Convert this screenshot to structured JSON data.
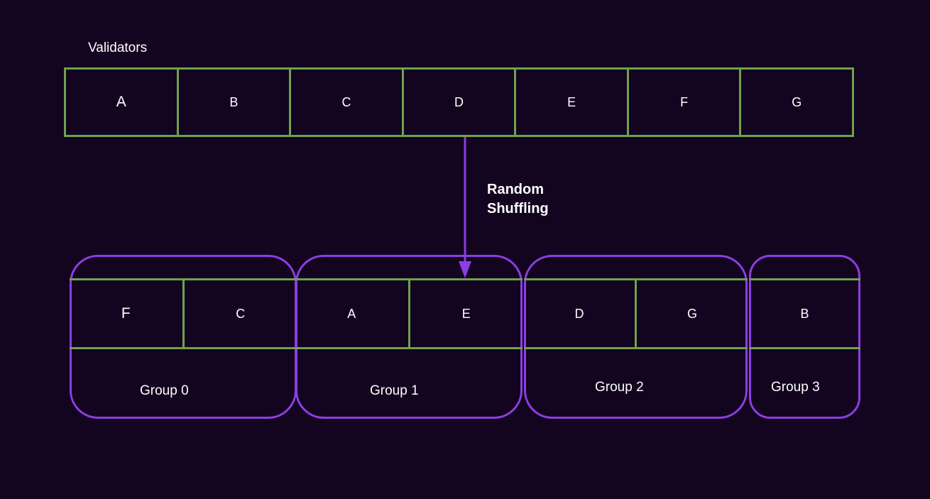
{
  "validators": {
    "label": "Validators",
    "items": [
      "A",
      "B",
      "C",
      "D",
      "E",
      "F",
      "G"
    ]
  },
  "shuffle": {
    "line1": "Random",
    "line2": "Shuffling"
  },
  "groups": [
    {
      "name": "Group 0",
      "members": [
        "F",
        "C"
      ]
    },
    {
      "name": "Group 1",
      "members": [
        "A",
        "E"
      ]
    },
    {
      "name": "Group 2",
      "members": [
        "D",
        "G"
      ]
    },
    {
      "name": "Group 3",
      "members": [
        "B"
      ]
    }
  ],
  "colors": {
    "background": "#13041f",
    "validator_border": "#6fa24b",
    "group_border": "#8b3ee2",
    "arrow": "#8b3ee2"
  }
}
